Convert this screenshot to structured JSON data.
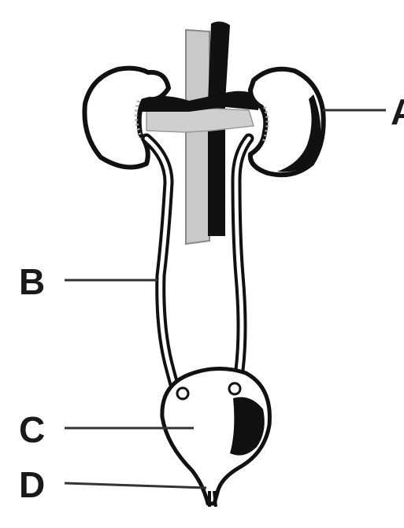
{
  "labels": {
    "kidney": "A",
    "ureter": "B",
    "bladder": "C",
    "urethra": "D"
  },
  "colors": {
    "ink": "#111111",
    "vein_fill": "#c9c9c9",
    "paper": "#ffffff"
  }
}
